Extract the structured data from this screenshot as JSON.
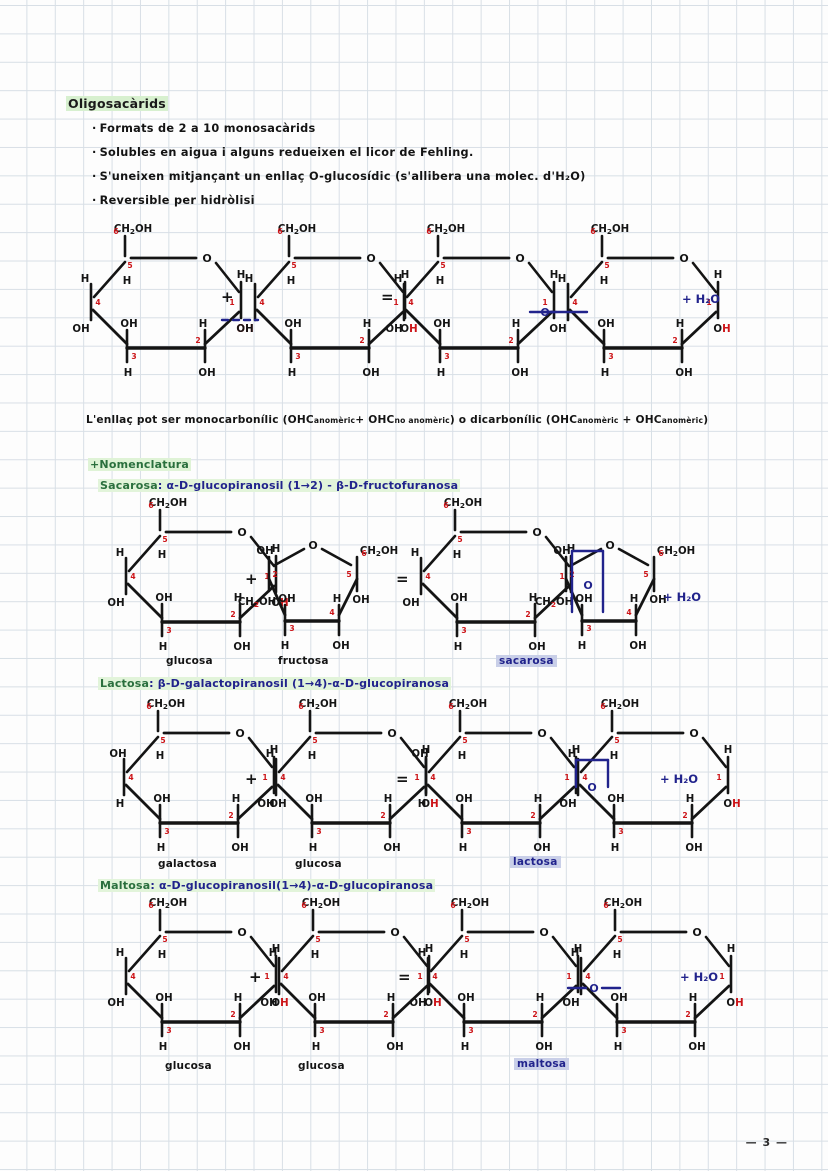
{
  "page": {
    "title": "Oligosacàrids",
    "page_number": "— 3 —",
    "paper": "grid"
  },
  "colors": {
    "highlight_green": "#d7f0cf",
    "heading_green": "#2a6f3d",
    "ink_black": "#141414",
    "ink_blue": "#21238c",
    "ink_red": "#cc1418",
    "highlight_blue": "#c9cfe8",
    "grid_line": "#d8dfe6"
  },
  "bullets": [
    "Formats de 2 a 10 monosacàrids",
    "Solubles en aigua i alguns redueixen el licor de Fehling.",
    "S'uneixen mitjançant un enllaç O-glucosídic (s'allibera una molec. d'H₂O)",
    "Reversible per hidròlisi"
  ],
  "note": {
    "prefix": "L'enllaç pot ser monocarbonílic (OHC",
    "sub1": "anomèric",
    "mid1": "+ OHC",
    "sub2": "no anomèric",
    "mid2": ") o dicarbonílic (OHC",
    "sub3": "anomèric",
    "mid3": " + OHC",
    "sub4": "anomèric",
    "suffix": ")"
  },
  "nomenclature": {
    "section_label": "+Nomenclatura",
    "entries": [
      {
        "name": "Sacarosa",
        "sep": ": ",
        "definition": "α-D-glucopiranosil (1→2) - β-D-fructofuranosa"
      },
      {
        "name": "Lactosa",
        "sep": ": ",
        "definition": "β-D-galactopiranosil (1→4)-α-D-glucopiranosa"
      },
      {
        "name": "Maltosa",
        "sep": ": ",
        "definition": "α-D-glucopiranosil(1→4)-α-D-glucopiranosa"
      }
    ]
  },
  "reactions": [
    {
      "id": "generic",
      "operands": [
        "+",
        "="
      ],
      "product_water": "+ H₂O",
      "labels": []
    },
    {
      "id": "sacarosa",
      "operands": [
        "+",
        "="
      ],
      "product_water": "+ H₂O",
      "labels": [
        "glucosa",
        "fructosa"
      ],
      "product_label": "sacarosa"
    },
    {
      "id": "lactosa",
      "operands": [
        "+",
        "="
      ],
      "product_water": "+ H₂O",
      "labels": [
        "galactosa",
        "glucosa"
      ],
      "product_label": "lactosa"
    },
    {
      "id": "maltosa",
      "operands": [
        "+",
        "="
      ],
      "product_water": "+ H₂O",
      "labels": [
        "glucosa",
        "glucosa"
      ],
      "product_label": "maltosa"
    }
  ],
  "ring_atoms": {
    "ch2oh": "CH₂OH",
    "oh": "OH",
    "h": "H",
    "o": "O",
    "ring_o_bridge": "O",
    "ch2oh_small": "CH₂OH",
    "numbers": [
      "1",
      "2",
      "3",
      "4",
      "5",
      "6"
    ]
  }
}
